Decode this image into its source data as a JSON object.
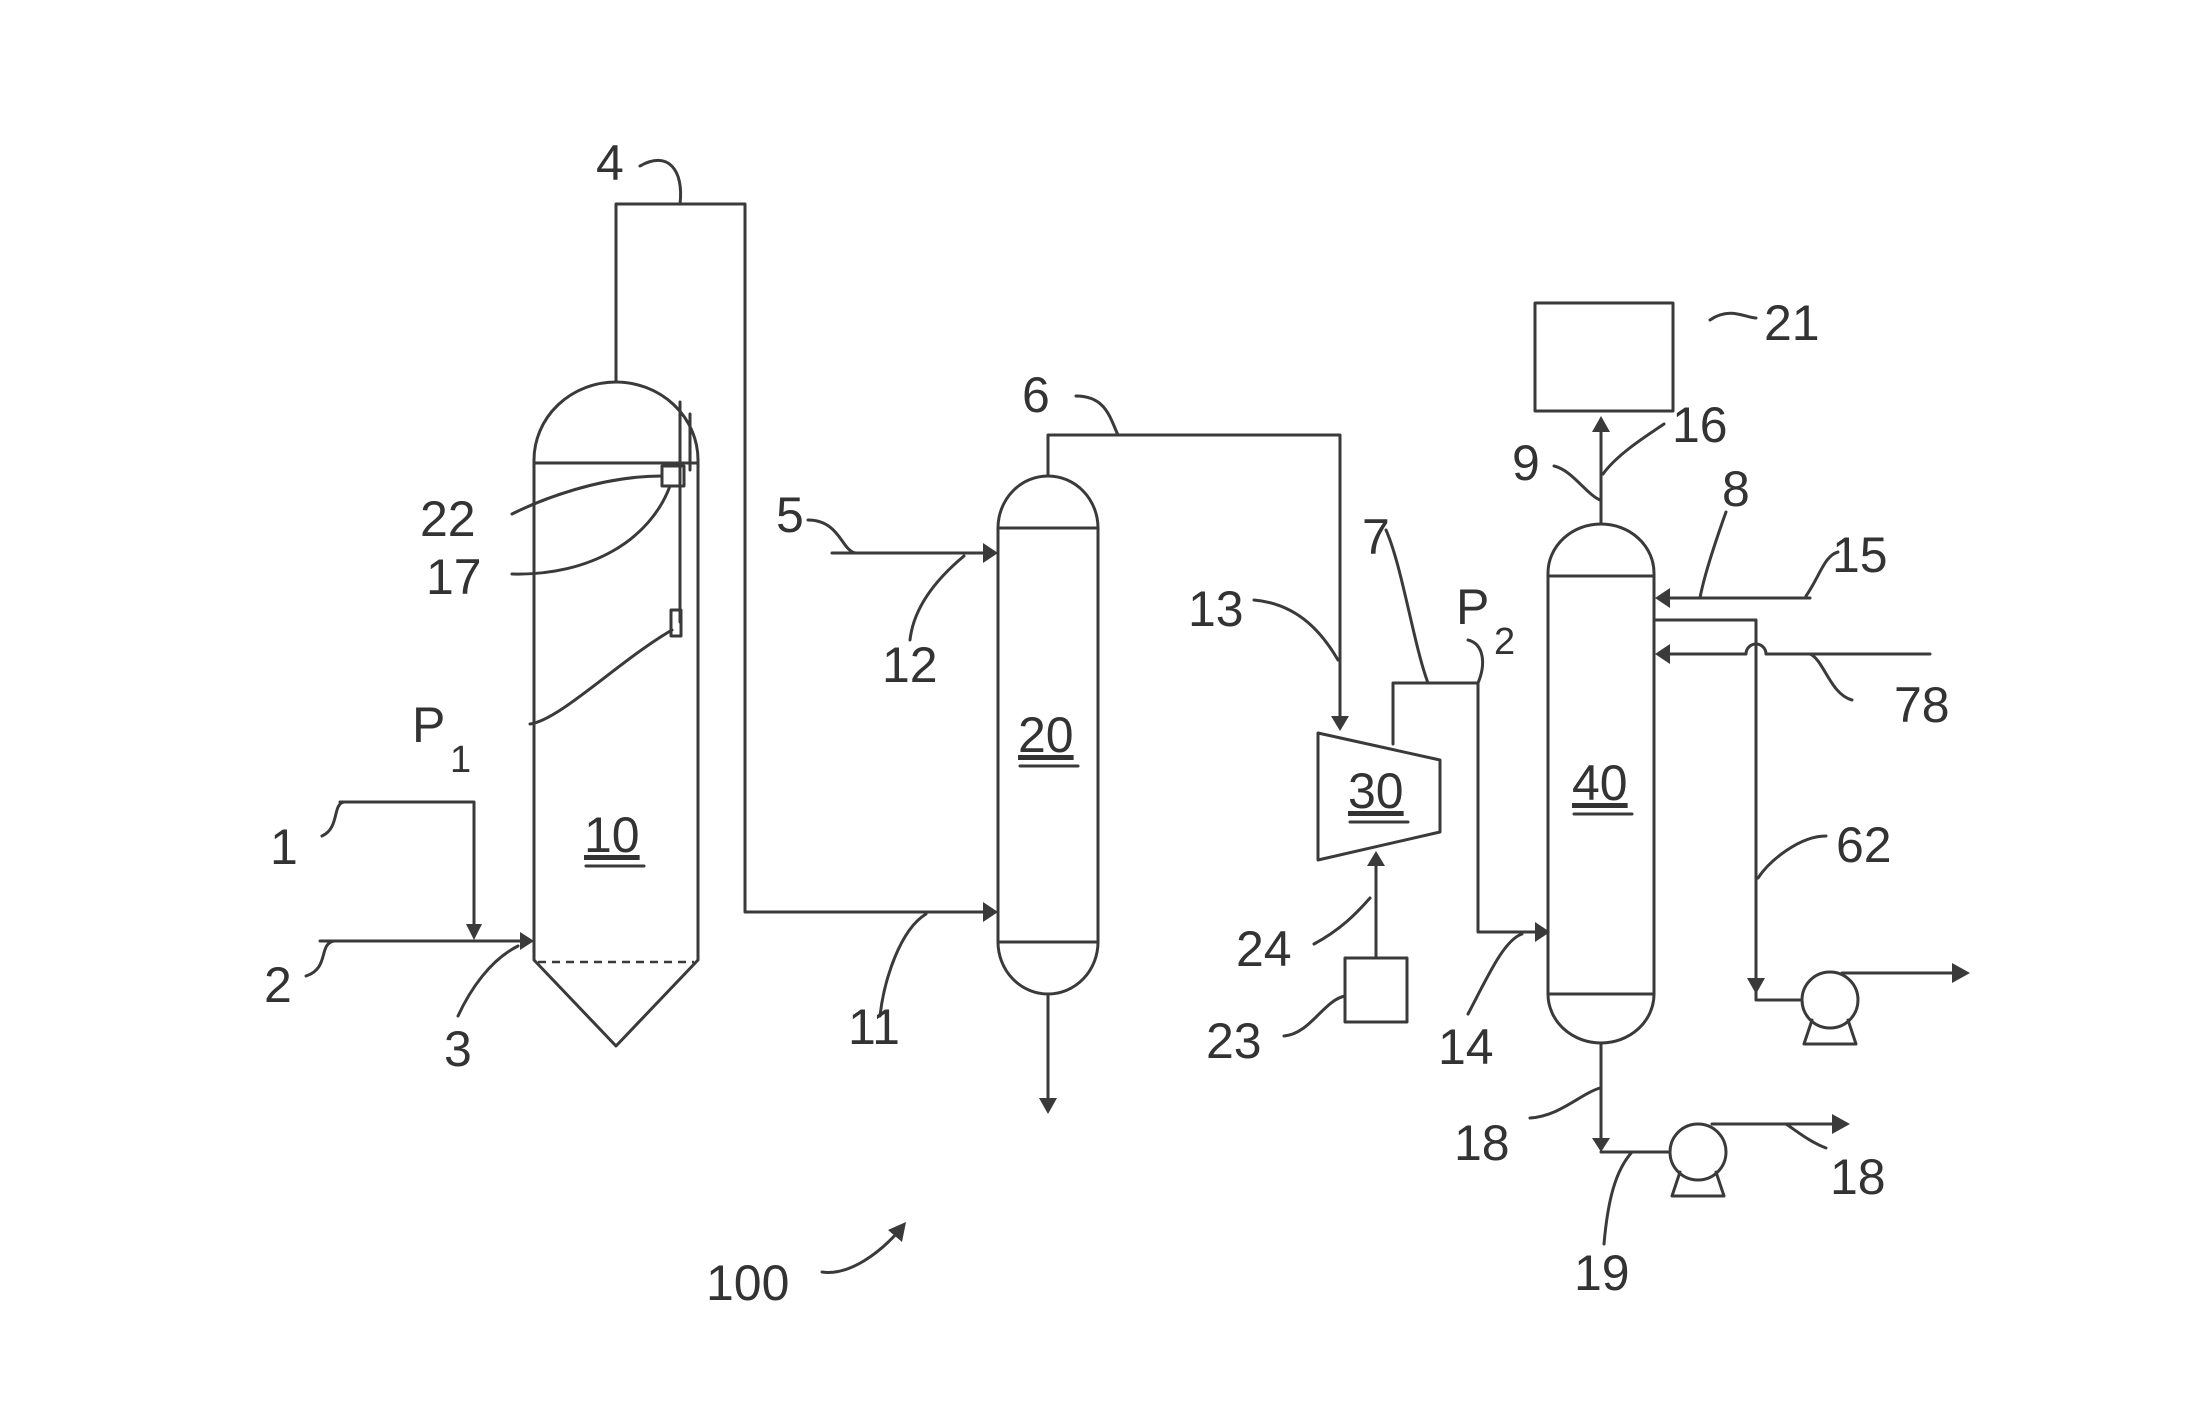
{
  "labels": {
    "l1": "1",
    "l2": "2",
    "l3": "3",
    "l4": "4",
    "l5": "5",
    "l6": "6",
    "l7": "7",
    "l8": "8",
    "l9": "9",
    "l11": "11",
    "l12": "12",
    "l13": "13",
    "l14": "14",
    "l15": "15",
    "l16": "16",
    "l17": "17",
    "l18a": "18",
    "l18b": "18",
    "l19": "19",
    "l21": "21",
    "l22": "22",
    "l23": "23",
    "l24": "24",
    "l62": "62",
    "l78": "78",
    "l100": "100",
    "p1_main": "P",
    "p1_sub": "1",
    "p2_main": "P",
    "p2_sub": "2"
  },
  "units": {
    "u10": "10",
    "u20": "20",
    "u30": "30",
    "u40": "40"
  }
}
